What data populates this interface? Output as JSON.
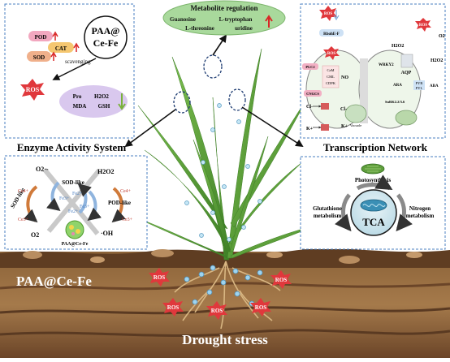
{
  "top_left_panel": {
    "pod": "POD",
    "cat": "CAT",
    "sod": "SOD",
    "nano_line1": "PAA@",
    "nano_line2": "Ce-Fe",
    "scavenging": "scavenging",
    "ros": "ROS",
    "pro": "Pro",
    "h2o2": "H2O2",
    "mda": "MDA",
    "gsh": "GSH"
  },
  "enzyme_panel": {
    "title": "Enzyme Activity System",
    "o2_radical": "O2·-",
    "h2o2": "H2O2",
    "sod_like_inner": "SOD-like",
    "sod_like_outer": "SOD-like",
    "pod_like": "POD-like",
    "fe3": "Fe3+",
    "fe2": "Fe2+",
    "fe3_b": "Fe3+",
    "fe2_b": "Fe2+",
    "ce4": "Ce4+",
    "ce3": "Ce3+",
    "ce4_b": "Ce4+",
    "ce3_b": "Ce3+",
    "o2": "O2",
    "oh": "·OH",
    "particle": "PAA@Ce-Fe"
  },
  "metabolite": {
    "title": "Metabolite regulation",
    "items": [
      "Guanosine",
      "L-tryptophan",
      "L-threonine",
      "uridine"
    ]
  },
  "transcription_panel": {
    "title": "Transcription Network",
    "ros_a": "ROS",
    "ros_b": "ROS",
    "ros_c": "ROS",
    "rboh": "RbohE-F",
    "plc": "PLC2",
    "cngc": "CNGCS",
    "camp": [
      "CaM",
      "CML",
      "CDPK"
    ],
    "wrky": "WRKY2",
    "no": "NO",
    "aqp": "AQP",
    "h2o2": "H2O2",
    "h2o2_b": "H2O2",
    "o2": "O2",
    "ara": "ARA",
    "pyr": [
      "PYR",
      "PYL"
    ],
    "aba": "ABA",
    "snrk": "SnRK2.2/3.6",
    "vacuole": "Vacuole",
    "cl": "Cl-",
    "cl_b": "Cl-",
    "k": "K+",
    "k_b": "K+"
  },
  "tca_panel": {
    "center": "TCA",
    "photosynthesis": "Photosynthesis",
    "glutathione": [
      "Glutathione",
      "metabolism"
    ],
    "nitrogen": [
      "Nitrogen",
      "metabolism"
    ]
  },
  "soil": {
    "nano_label": "PAA@Ce-Fe",
    "stress": "Drought stress",
    "ros_labels": [
      "ROS",
      "ROS",
      "ROS",
      "ROS",
      "ROS"
    ]
  },
  "colors": {
    "panel_border": "#4a7fc2",
    "soil_top": "#7a5433",
    "soil_mid": "#a37a4c",
    "soil_dark": "#5a3a22",
    "ros_red": "#e0383c",
    "leaf": "#5a9e37",
    "metab_bg": "#a9d99c",
    "tca_blue": "#3a8fb5"
  }
}
